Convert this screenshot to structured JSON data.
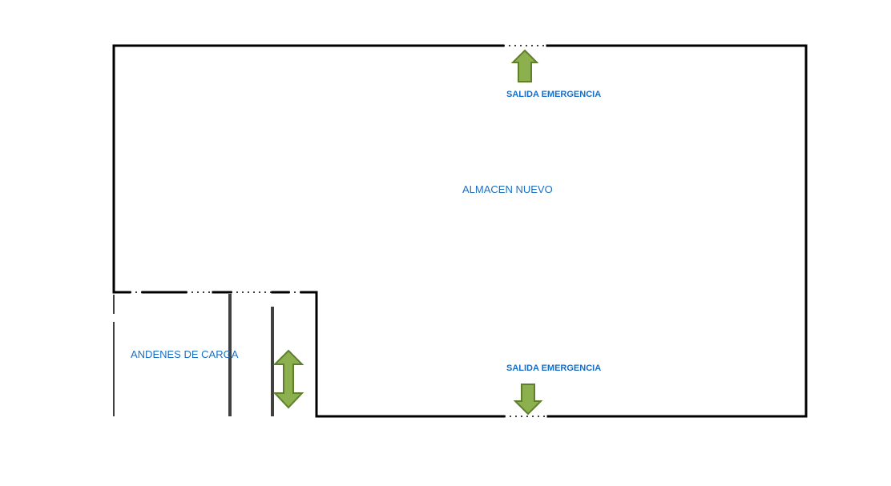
{
  "colors": {
    "label_text": "#1a6fc4",
    "walls": "#000000",
    "arrow_fill": "#8db04e",
    "arrow_stroke": "#5f7f2f"
  },
  "labels": {
    "main_area": "ALMACEN NUEVO",
    "loading_docks": "ANDENES DE CARGA",
    "exit_top": "SALIDA EMERGENCIA",
    "exit_bottom": "SALIDA EMERGENCIA"
  },
  "icons": {
    "exit_top": "arrow-up-icon",
    "exit_bottom": "arrow-down-icon",
    "dock_access": "double-arrow-vertical-icon"
  }
}
